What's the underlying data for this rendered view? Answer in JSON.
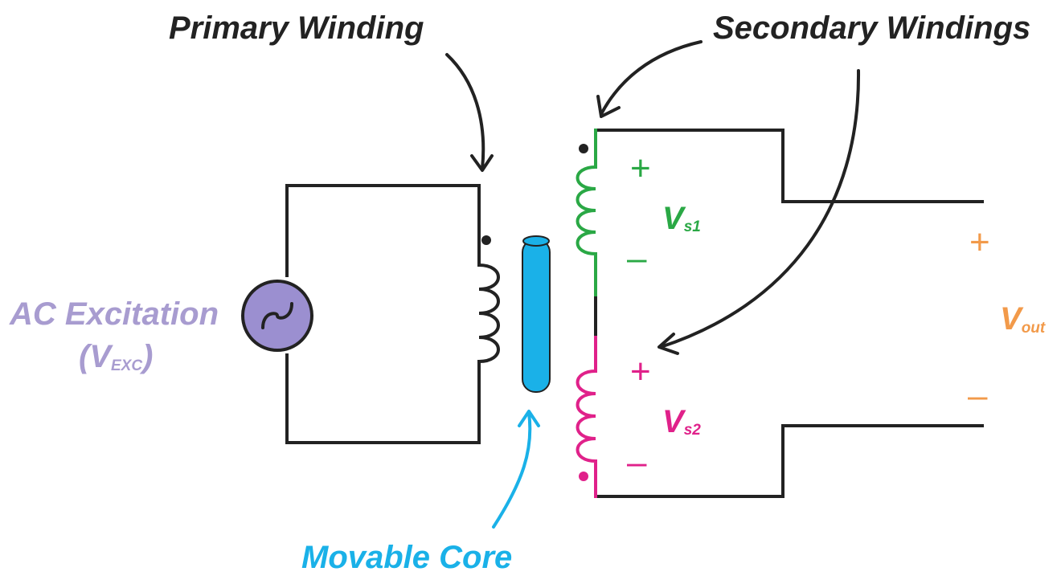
{
  "labels": {
    "primary_winding": "Primary Winding",
    "secondary_windings": "Secondary Windings",
    "ac_excitation": "AC Excitation",
    "vexc_open": "(V",
    "vexc_sub": "EXC",
    "vexc_close": ")",
    "movable_core": "Movable Core",
    "vs1_main": "V",
    "vs1_sub": "s1",
    "vs2_main": "V",
    "vs2_sub": "s2",
    "vout_main": "V",
    "vout_sub": "out"
  },
  "polarity": {
    "vs1_plus": "+",
    "vs1_minus": "–",
    "vs2_plus": "+",
    "vs2_minus": "–",
    "vout_plus": "+",
    "vout_minus": "–"
  },
  "colors": {
    "wire": "#222222",
    "secondary_top": "#2aa845",
    "secondary_bottom": "#e0218a",
    "output": "#f29a4a",
    "excitation": "#a89cd0",
    "source_fill": "#9b8fd0",
    "core": "#1ab1e8"
  }
}
